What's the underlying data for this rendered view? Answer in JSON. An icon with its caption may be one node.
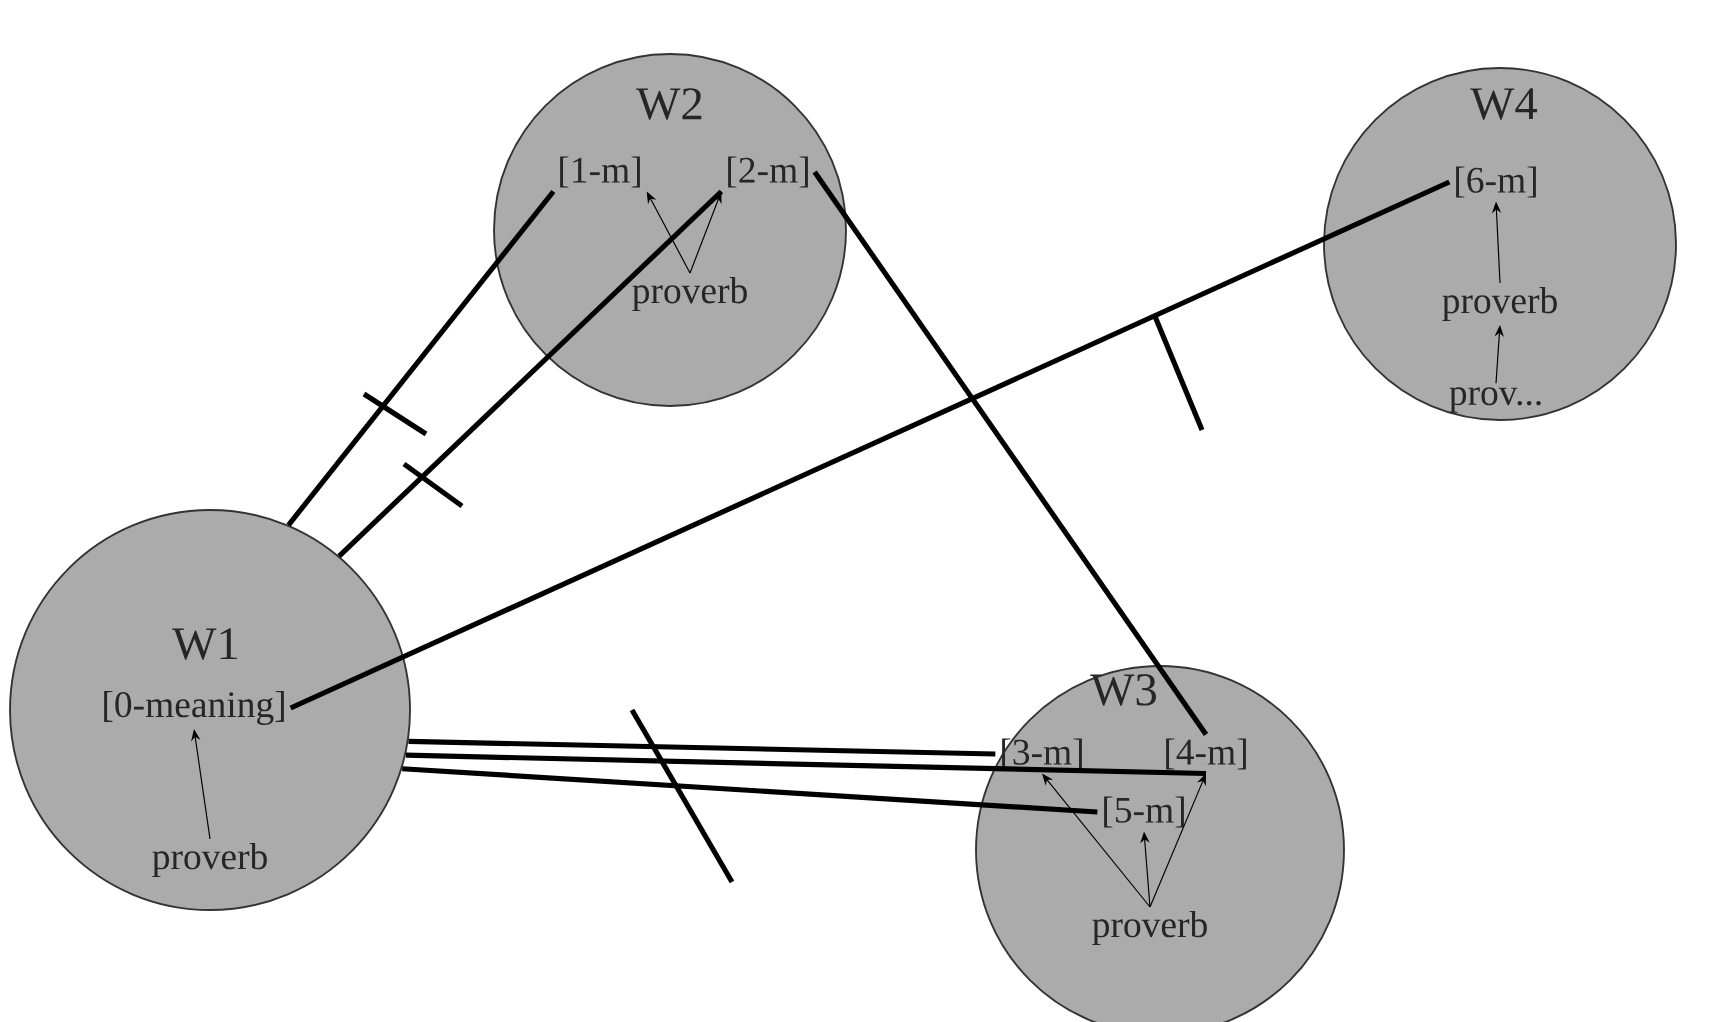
{
  "diagram": {
    "nodes": [
      {
        "text": [
          "W1"
        ]
      },
      {
        "text": [
          "[0-meaning]"
        ],
        "in": 0
      },
      {
        "text": [
          "proverb"
        ],
        "in": 0
      },
      {
        "text": [
          "W2"
        ]
      },
      {
        "text": [
          "[1-m]"
        ],
        "in": 3
      },
      {
        "text": [
          "[2-m]"
        ],
        "in": 3
      },
      {
        "text": [
          "proverb"
        ],
        "in": 3
      },
      {
        "text": [
          "W3"
        ]
      },
      {
        "text": [
          "[3-m]"
        ],
        "in": 7
      },
      {
        "text": [
          "[4-m]"
        ],
        "in": 7
      },
      {
        "text": [
          "[5-m]"
        ],
        "in": 7
      },
      {
        "text": [
          "proverb"
        ],
        "in": 7
      },
      {
        "text": [
          "W4"
        ]
      },
      {
        "text": [
          "[6-m]"
        ],
        "in": 12
      },
      {
        "text": [
          "proverb"
        ],
        "in": 12
      },
      {
        "text": [
          "prov..."
        ],
        "in": 12
      }
    ],
    "edges": [
      {
        "from": 2,
        "to": 1,
        "arrow": "to"
      },
      {
        "from": 6,
        "to": 4,
        "arrow": "to"
      },
      {
        "from": 6,
        "to": 5,
        "arrow": "to"
      },
      {
        "from": 11,
        "to": 8,
        "arrow": "to"
      },
      {
        "from": 11,
        "to": 9,
        "arrow": "to"
      },
      {
        "from": 11,
        "to": 10,
        "arrow": "to"
      },
      {
        "from": 15,
        "to": 14,
        "arrow": "to"
      },
      {
        "from": 14,
        "to": 13,
        "arrow": "to"
      },
      {
        "from": 0,
        "to": 4,
        "arrow": "none",
        "style": "thick"
      },
      {
        "from": 0,
        "to": 5,
        "arrow": "none",
        "style": "thick"
      },
      {
        "from": 1,
        "to": 13,
        "arrow": "none",
        "style": "thick"
      },
      {
        "from": 5,
        "to": 9,
        "arrow": "none",
        "style": "thick"
      },
      {
        "from": 0,
        "to": 8,
        "arrow": "none",
        "style": "thick"
      },
      {
        "from": 0,
        "to": 9,
        "arrow": "none",
        "style": "thick"
      },
      {
        "from": 0,
        "to": 10,
        "arrow": "none",
        "style": "thick"
      }
    ]
  }
}
